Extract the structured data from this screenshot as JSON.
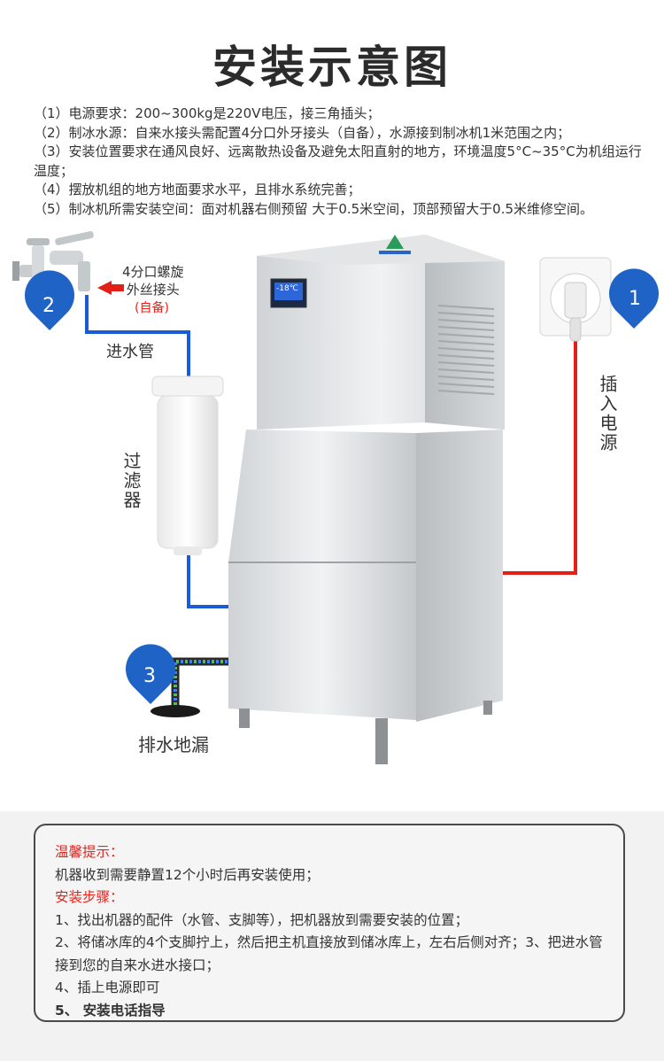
{
  "title": "安装示意图",
  "requirements": [
    "（1）电源要求：200~300kg是220V电压，接三角插头；",
    "（2）制冰水源：自来水接头需配置4分口外牙接头（自备），水源接到制冰机1米范围之内；",
    "（3）安装位置要求在通风良好、远离散热设备及避免太阳直射的地方，环境温度5°C~35°C为机组运行温度；",
    "（4）摆放机组的地方地面要求水平，且排水系统完善；",
    "（5）制冰机所需安装空间：面对机器右侧预留 大于0.5米空间，顶部预留大于0.5米维修空间。"
  ],
  "diagram": {
    "connector_label_line1": "4分口螺旋",
    "connector_label_line2": "外丝接头",
    "connector_note": "(自备)",
    "inlet_pipe": "进水管",
    "filter": "过滤器",
    "drain": "排水地漏",
    "power": "插入电源",
    "markers": [
      "1",
      "2",
      "3"
    ],
    "display_text": "-18℃",
    "colors": {
      "water_line": "#1a5bd6",
      "power_line": "#e41f18",
      "marker": "#1f63c6"
    }
  },
  "notice": {
    "tip_heading": "温馨提示：",
    "tip_text": "机器收到需要静置12个小时后再安装使用；",
    "steps_heading": "安装步骤：",
    "step1": "1、找出机器的配件（水管、支脚等），把机器放到需要安装的位置；",
    "step2": "2、将储冰库的4个支脚拧上，然后把主机直接放到储冰库上，左右后侧对齐；3、把进水管接到您的自来水进水接口；",
    "step4": "4、插上电源即可",
    "step5": "5、 安装电话指导"
  }
}
